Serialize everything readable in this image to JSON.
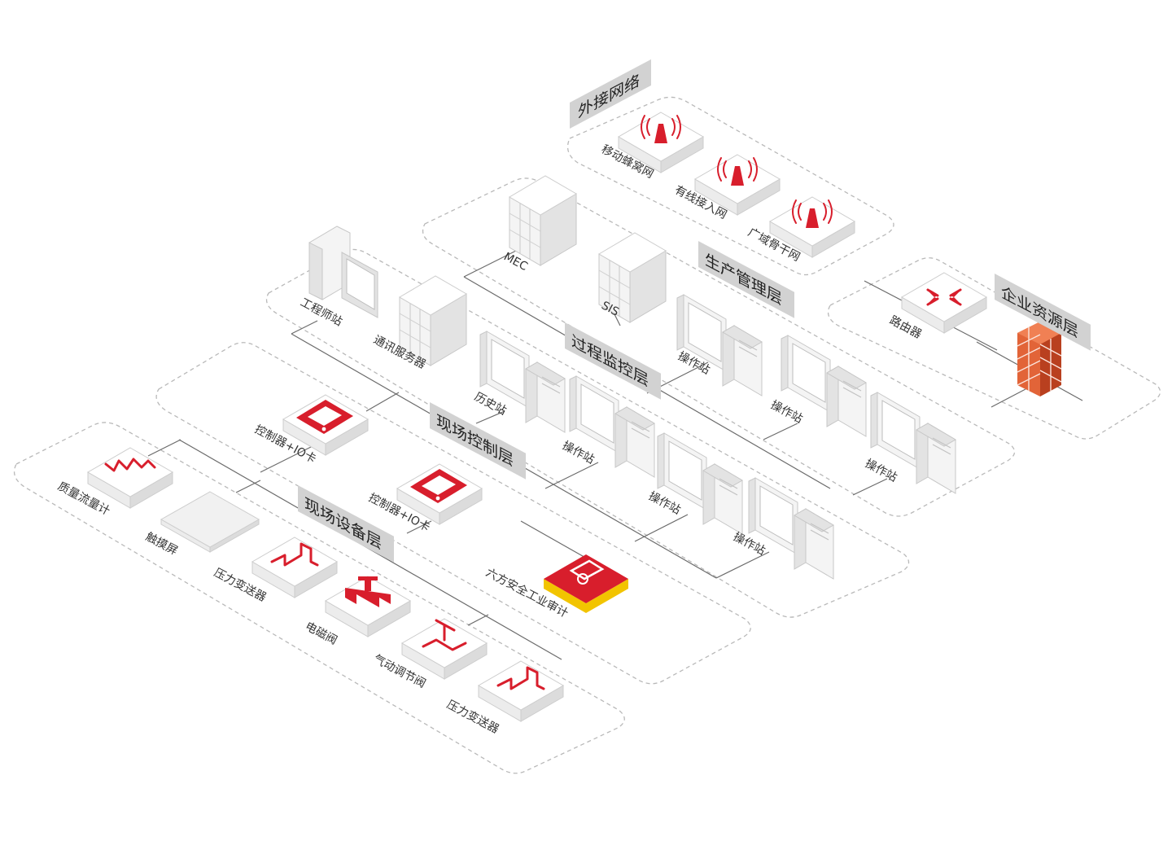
{
  "layers": {
    "external": "外接网络",
    "enterprise": "企业资源层",
    "production": "生产管理层",
    "process": "过程监控层",
    "control": "现场控制层",
    "device": "现场设备层"
  },
  "devices": {
    "mobile_network": "移动蜂窝网",
    "wired_access": "有线接入网",
    "wan": "广域骨干网",
    "router": "路由器",
    "mec": "MEC",
    "sis": "SIS",
    "eng_station": "工程师站",
    "comm_server": "通讯服务器",
    "history_station": "历史站",
    "op_station": "操作站",
    "controller_io": "控制器+IO卡",
    "flowmeter": "质量流量计",
    "touchscreen": "触摸屏",
    "pressure_transmitter": "压力变送器",
    "solenoid_valve": "电磁阀",
    "pneumatic_valve": "气动调节阀",
    "audit_device": "六方安全工业审计"
  },
  "colors": {
    "accent": "#d81e2c",
    "audit_base": "#f2c400",
    "firewall": "#d9542b"
  }
}
